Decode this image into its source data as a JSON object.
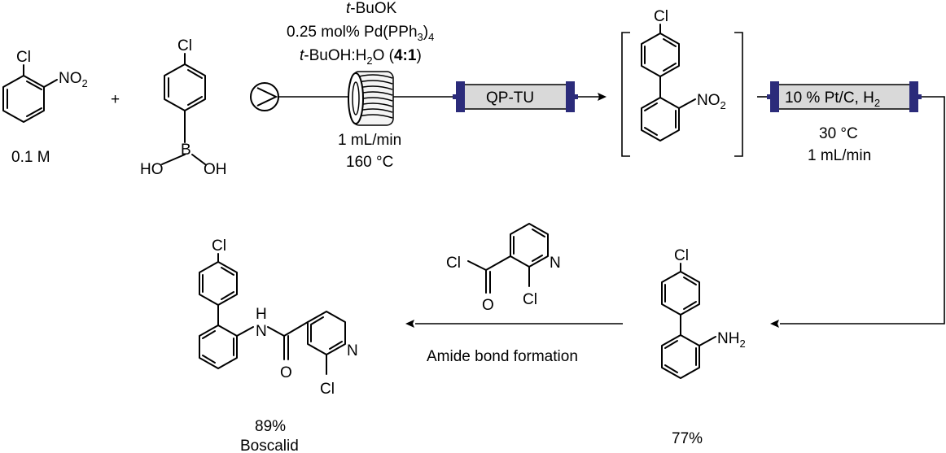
{
  "step1": {
    "base": "t-BuOK",
    "catalyst": "0.25 mol% Pd(PPh3)4",
    "solvent": "t-BuOH:H2O (4:1)",
    "flow_rate": "1 mL/min",
    "temperature": "160 °C"
  },
  "reactants": {
    "aryl_halide": {
      "cl": "Cl",
      "no2": "NO2",
      "concentration": "0.1 M"
    },
    "plus": "+",
    "boronic_acid": {
      "cl": "Cl",
      "b": "B",
      "oh_left": "HO",
      "oh_right": "OH"
    }
  },
  "cartridge1": {
    "label": "QP-TU"
  },
  "intermediate": {
    "cl": "Cl",
    "no2": "NO2"
  },
  "cartridge2": {
    "label": "10 % Pt/C, H2",
    "temperature": "30 °C",
    "flow_rate": "1 mL/min"
  },
  "amine": {
    "cl": "Cl",
    "nh2": "NH2",
    "yield": "77%"
  },
  "reagent": {
    "cl_acyl": "Cl",
    "o": "O",
    "n": "N",
    "cl_ring": "Cl",
    "step_label": "Amide bond formation"
  },
  "product": {
    "cl": "Cl",
    "nh": "H",
    "n_amide": "N",
    "o": "O",
    "n_ring": "N",
    "cl_ring": "Cl",
    "yield": "89%",
    "name": "Boscalid"
  }
}
